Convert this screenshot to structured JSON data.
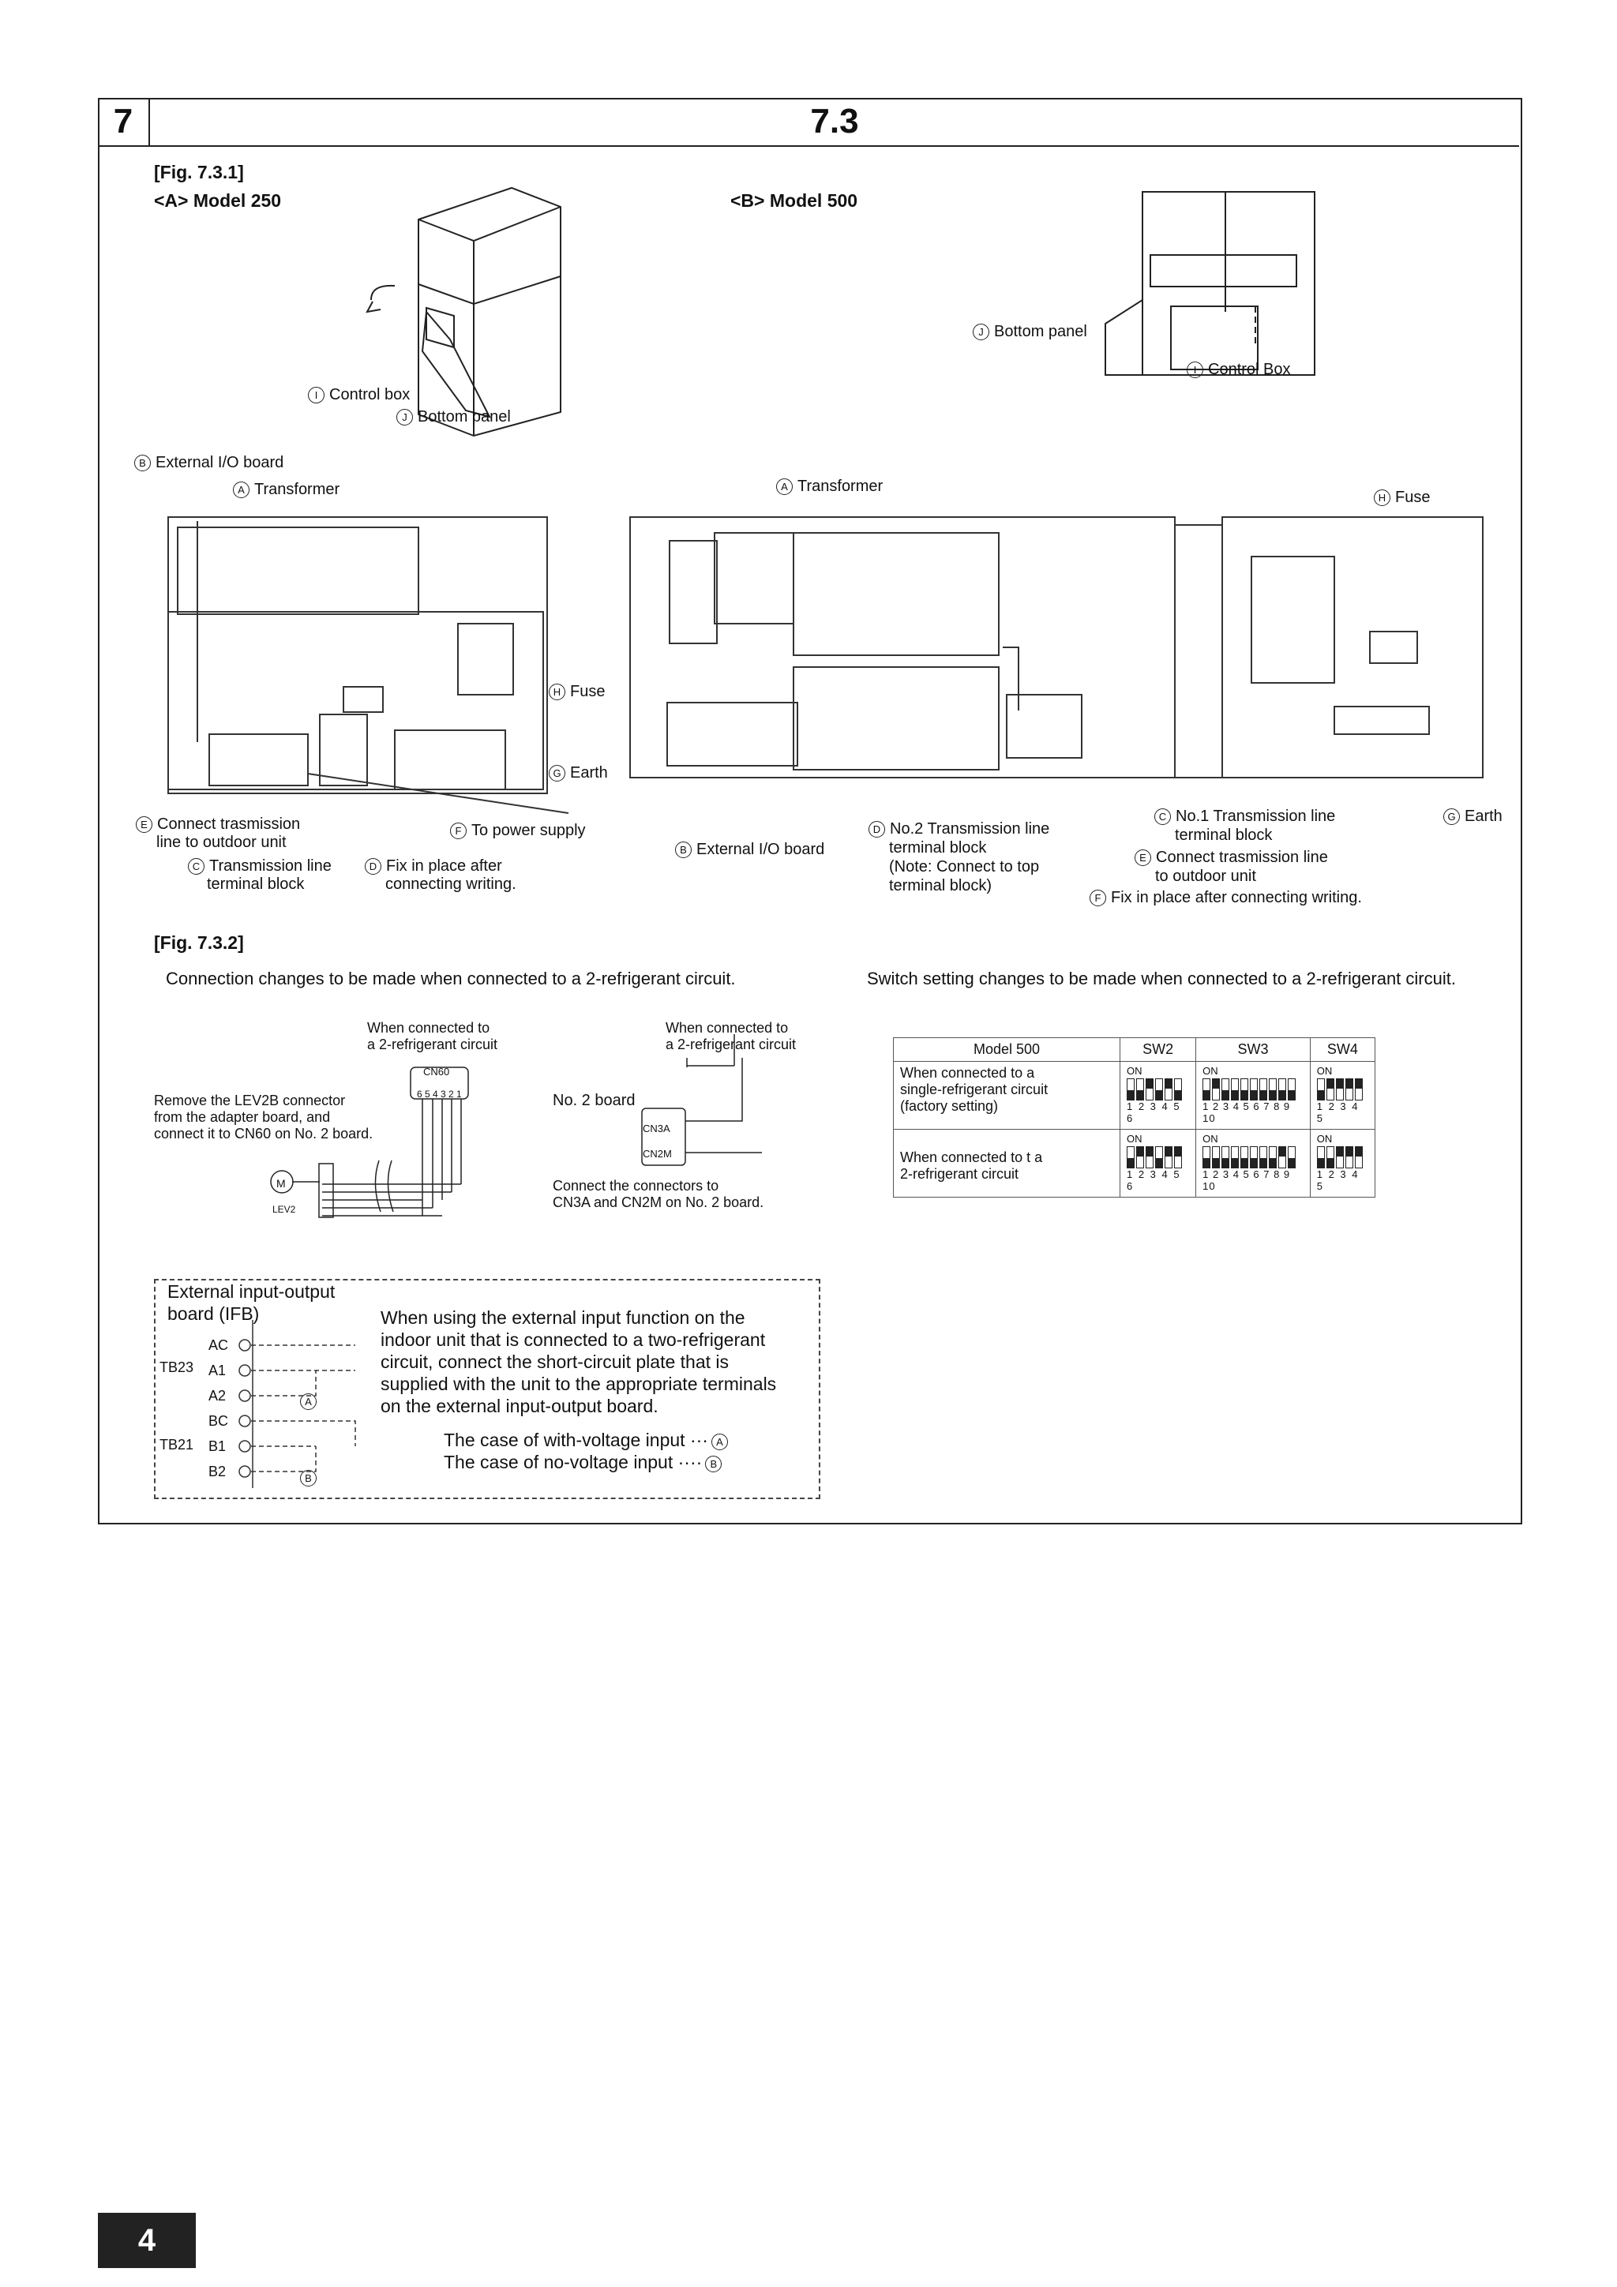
{
  "header": {
    "chapter": "7",
    "section": "7.3"
  },
  "fig1": {
    "caption": "[Fig. 7.3.1]",
    "model_a": "<A> Model 250",
    "model_b": "<B> Model 500",
    "a_labels": {
      "control_box": "Control box",
      "bottom_panel": "Bottom panel",
      "external_io": "External I/O board",
      "transformer": "Transformer",
      "fuse": "Fuse",
      "earth": "Earth",
      "connect_trans_1": "Connect trasmission",
      "connect_trans_2": "line to outdoor unit",
      "power_supply": "To power supply",
      "tb_1": "Transmission line",
      "tb_2": "terminal block",
      "fix_1": "Fix in place after",
      "fix_2": "connecting writing."
    },
    "b_labels": {
      "bottom_panel": "Bottom panel",
      "control_box": "Control Box",
      "transformer": "Transformer",
      "fuse": "Fuse",
      "external_io": "External I/O board",
      "no2_1": "No.2 Transmission line",
      "no2_2": "terminal block",
      "no2_3": "(Note: Connect to top",
      "no2_4": "terminal block)",
      "no1_1": "No.1 Transmission line",
      "no1_2": "terminal block",
      "earth": "Earth",
      "connect_1": "Connect trasmission line",
      "connect_2": "to outdoor unit",
      "fix": "Fix in place after connecting writing."
    },
    "circles": {
      "A": "A",
      "B": "B",
      "C": "C",
      "D": "D",
      "E": "E",
      "F": "F",
      "G": "G",
      "H": "H",
      "I": "I",
      "J": "J"
    }
  },
  "fig2": {
    "caption": "[Fig. 7.3.2]",
    "left_heading": "Connection changes to be made when connected to a 2-refrigerant circuit.",
    "right_heading": "Switch setting changes to be made when connected to a 2-refrigerant circuit.",
    "when_1": "When connected to",
    "when_2": "a 2-refrigerant circuit",
    "remove_1": "Remove the LEV2B connector",
    "remove_2": "from the adapter board, and",
    "remove_3": "connect it to CN60 on No. 2 board.",
    "cn60": "CN60",
    "cn60_pins": "6 5 4 3 2 1",
    "motor": "M",
    "lev2": "LEV2",
    "no2_board": "No. 2 board",
    "cn3a": "CN3A",
    "cn2m": "CN2M",
    "connect_1": "Connect the connectors to",
    "connect_2": "CN3A and CN2M on No. 2 board."
  },
  "switch_table": {
    "headers": [
      "Model 500",
      "SW2",
      "SW3",
      "SW4"
    ],
    "row1_label_1": "When connected to a",
    "row1_label_2": "single-refrigerant circuit",
    "row1_label_3": "(factory setting)",
    "row2_label_1": "When connected to t a",
    "row2_label_2": "2-refrigerant circuit",
    "on": "ON",
    "nums6": "1 2 3 4 5 6",
    "nums10": "1 2 3 4 5 6 7 8 9 10",
    "nums5": "1 2 3 4 5",
    "row1": {
      "sw2": [
        0,
        0,
        1,
        0,
        1,
        0
      ],
      "sw3": [
        0,
        1,
        0,
        0,
        0,
        0,
        0,
        0,
        0,
        0
      ],
      "sw4": [
        0,
        1,
        1,
        1,
        1
      ]
    },
    "row2": {
      "sw2": [
        0,
        1,
        1,
        0,
        1,
        1
      ],
      "sw3": [
        0,
        0,
        0,
        0,
        0,
        0,
        0,
        0,
        1,
        0
      ],
      "sw4": [
        0,
        0,
        1,
        1,
        1
      ]
    }
  },
  "ifb": {
    "title_1": "External input-output",
    "title_2": "board (IFB)",
    "tb23": "TB23",
    "tb21": "TB21",
    "terms": [
      "AC",
      "A1",
      "A2",
      "BC",
      "B1",
      "B2"
    ],
    "text_1": "When using the external input function on the",
    "text_2": "indoor unit that is connected to a two-refrigerant",
    "text_3": "circuit, connect the short-circuit plate that is",
    "text_4": "supplied with the unit to the appropriate terminals",
    "text_5": "on the external input-output board.",
    "case_a": "The case of with-voltage input ···",
    "case_b": "The case of no-voltage input  ····"
  },
  "page_number": "4"
}
